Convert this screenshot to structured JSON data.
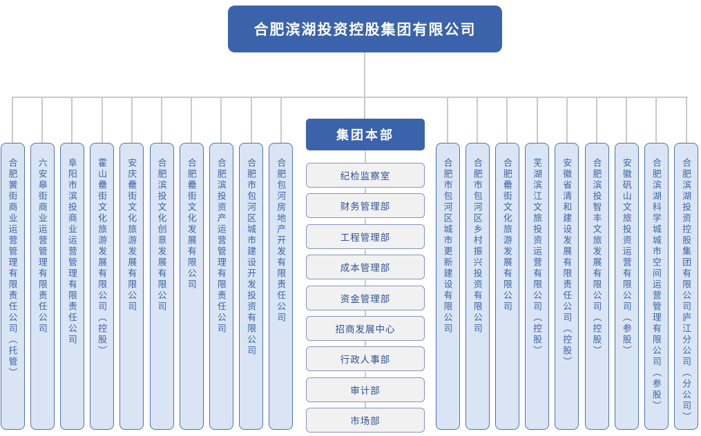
{
  "root": {
    "title": "合肥滨湖投资控股集团有限公司"
  },
  "headquarters": {
    "label": "集团本部"
  },
  "departments": [
    "纪检监察室",
    "财务管理部",
    "工程管理部",
    "成本管理部",
    "资金管理部",
    "招商发展中心",
    "行政人事部",
    "审计部",
    "市场部"
  ],
  "left_companies": [
    "合肥黉街商业运营管理有限责任公司（托管）",
    "六安皋街商业运营管理有限责任公司",
    "阜阳市滨投商业运营管理有限责任公司",
    "霍山罍街文化旅游发展有限公司（控股）",
    "安庆罍街文化旅游发展有限公司",
    "合肥滨投文化创意发展有限公司",
    "合肥罍街文化发展有限公司",
    "合肥滨投资产运营管理有限责任公司",
    "合肥市包河区城市建设开发投资有限公司",
    "合肥包河房地产开发有限责任公司"
  ],
  "right_companies": [
    "合肥市包河区城市更新建设有限公司",
    "合肥市包河区乡村振兴投资有限公司",
    "合肥罍街文化旅游发展有限公司",
    "芜湖滨江文旅投资运营有限公司（控股）",
    "安徽省清和建设发展有限责任公司（控股）",
    "合肥滨投智丰文旅发展有限公司（控股）",
    "安徽矾山文旅投资运营有限公司（参股）",
    "合肥滨湖科学城城市空间运营管理有限公司（参股）",
    "合肥滨湖投资控股集团有限公司庐江分公司（分公司）"
  ],
  "colors": {
    "primary_blue": "#3A63AB",
    "node_fill_light_blue": "#D9E5F5",
    "node_border_blue": "#4E71AC",
    "dept_fill_gray": "#F1F1F2",
    "dept_border": "#8493BD",
    "text_blue": "#3C63A7",
    "connector_gray": "#C9C9C9",
    "background": "#FFFFFF"
  }
}
